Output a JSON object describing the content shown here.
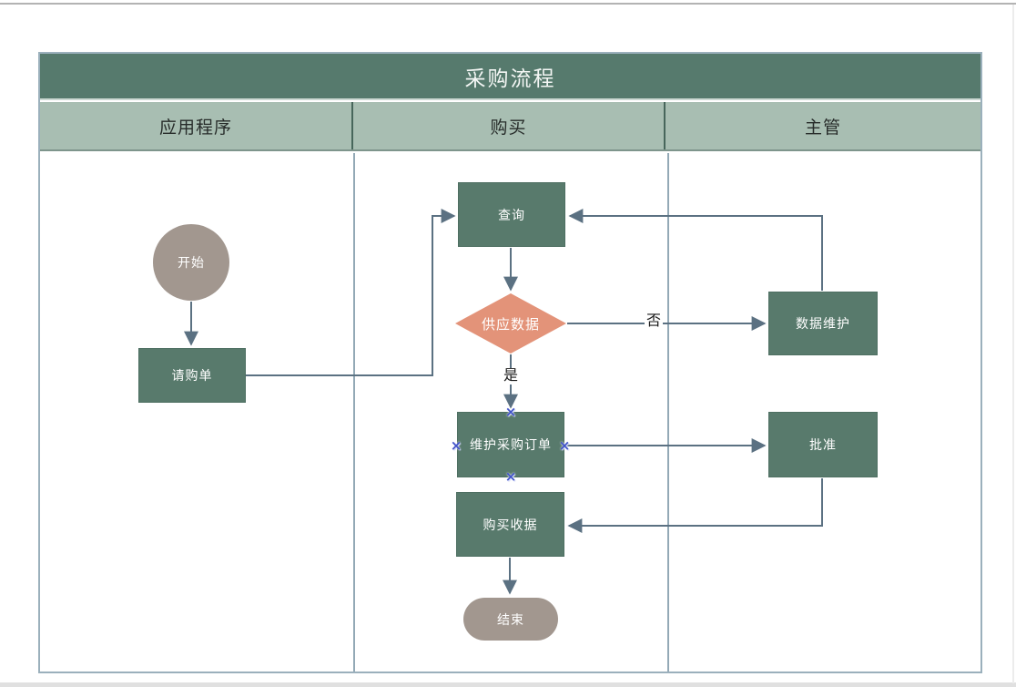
{
  "title": "采购流程",
  "lanes": [
    {
      "label": "应用程序"
    },
    {
      "label": "购买"
    },
    {
      "label": "主管"
    }
  ],
  "nodes": {
    "start": {
      "label": "开始",
      "type": "terminator-circle"
    },
    "requisition": {
      "label": "请购单",
      "type": "process"
    },
    "query": {
      "label": "查询",
      "type": "process"
    },
    "supply_data": {
      "label": "供应数据",
      "type": "decision"
    },
    "data_maintenance": {
      "label": "数据维护",
      "type": "process"
    },
    "maintain_po": {
      "label": "维护采购订单",
      "type": "process"
    },
    "approve": {
      "label": "批准",
      "type": "process"
    },
    "purchase_receipt": {
      "label": "购买收据",
      "type": "process"
    },
    "end": {
      "label": "结束",
      "type": "terminator-pill"
    }
  },
  "edge_labels": {
    "no": "否",
    "yes": "是"
  },
  "connection_marker_glyph": "×",
  "colors": {
    "title_bar": "#567a6d",
    "lane_header": "#a8beb2",
    "lane_line": "#93a9b6",
    "table_border": "#9bb0bc",
    "process_fill": "#587a6c",
    "terminator_fill": "#a2978f",
    "decision_fill": "#e39379",
    "connector": "#5b7182",
    "connection_point": "#4153c8"
  }
}
